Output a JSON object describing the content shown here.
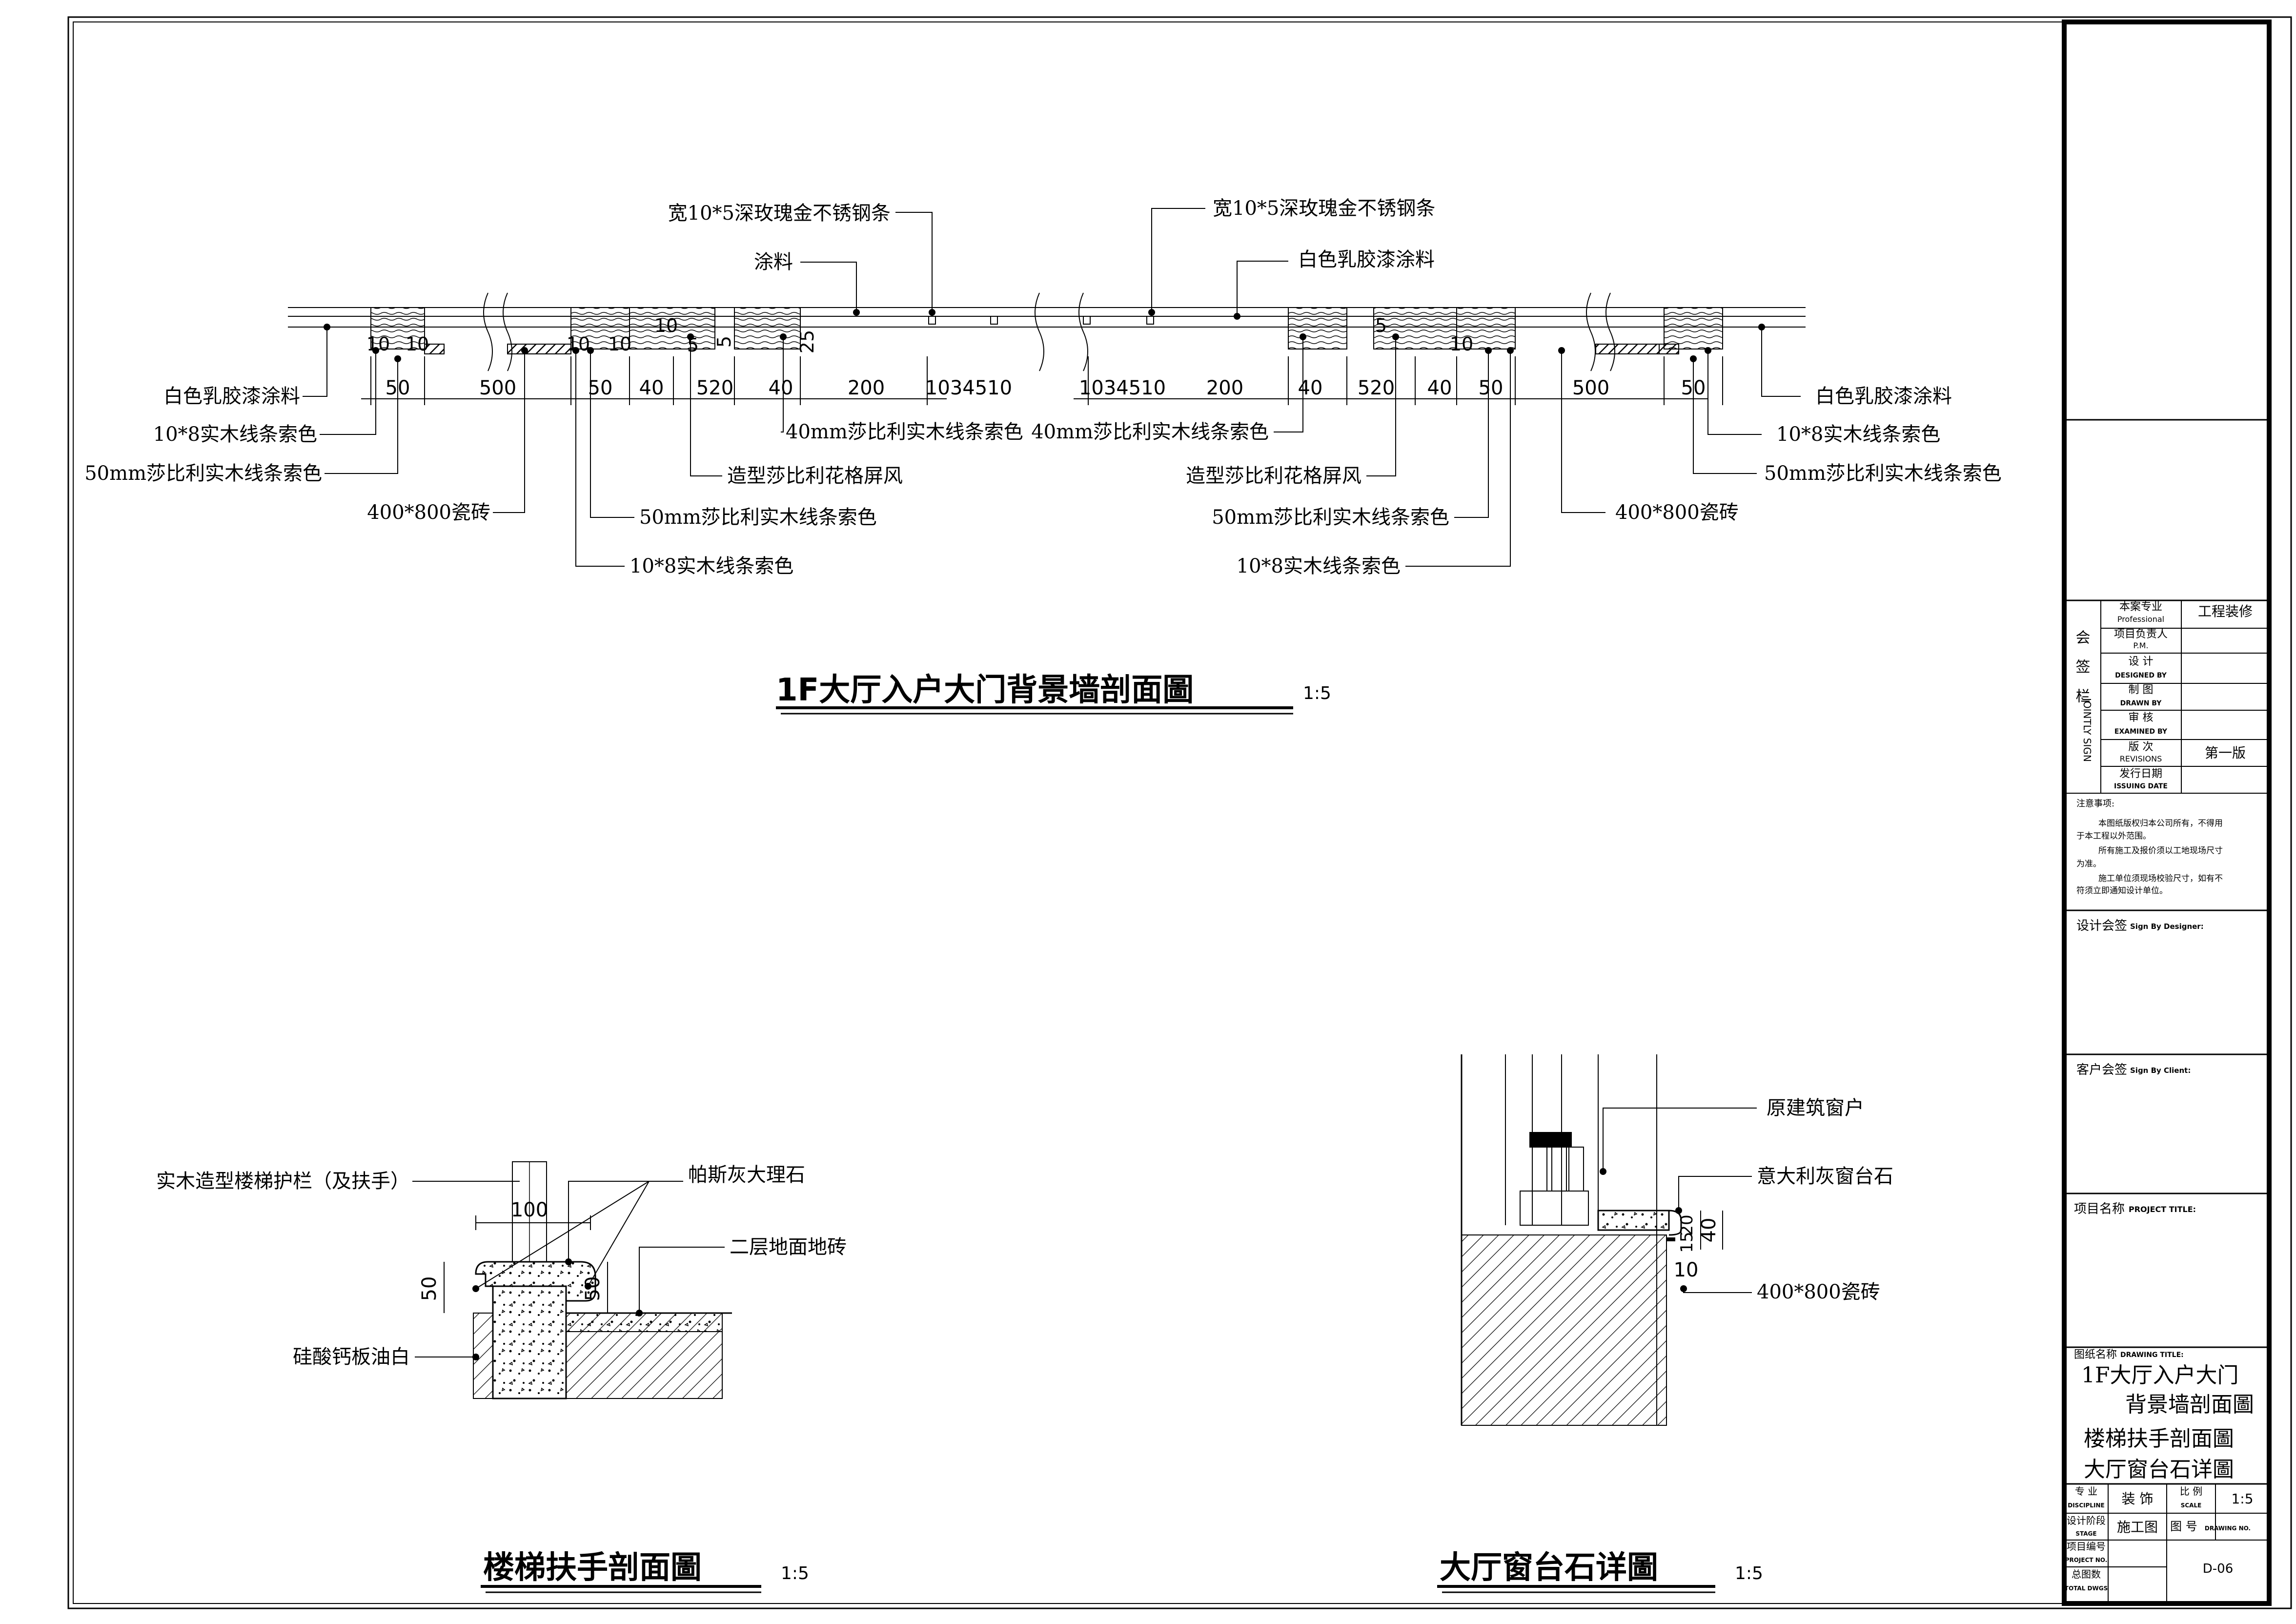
{
  "section_main": {
    "title": "1F大厅入户大门背景墙剖面圖",
    "scale": "1:5",
    "labels_top": {
      "steel_left": "宽10*5深玫瑰金不锈钢条",
      "paint_left": "涂料",
      "steel_right": "宽10*5深玫瑰金不锈钢条",
      "latex_right_top": "白色乳胶漆涂料"
    },
    "labels_left": {
      "latex": "白色乳胶漆涂料",
      "wood10x8": "10*8实木线条索色",
      "wood50": "50mm莎比利实木线条索色",
      "tile": "400*800瓷砖",
      "wood50b": "50mm莎比利实木线条索色",
      "wood10x8b": "10*8实木线条索色",
      "screen": "造型莎比利花格屏风",
      "wood40": "40mm莎比利实木线条索色"
    },
    "labels_right": {
      "wood40": "40mm莎比利实木线条索色",
      "screen": "造型莎比利花格屏风",
      "wood50b": "50mm莎比利实木线条索色",
      "wood10x8b": "10*8实木线条索色",
      "tile": "400*800瓷砖",
      "latex": "白色乳胶漆涂料",
      "wood10x8": "10*8实木线条索色",
      "wood50": "50mm莎比利实木线条索色"
    },
    "dims_left": [
      "50",
      "500",
      "50",
      "40",
      "520",
      "40",
      "200",
      "1034510"
    ],
    "dims_right": [
      "1034510",
      "200",
      "40",
      "520",
      "40",
      "50",
      "500",
      "50"
    ],
    "dims_small": [
      "10",
      "10",
      "10",
      "10",
      "10",
      "5",
      "10",
      "5",
      "25",
      "5"
    ]
  },
  "section_stair": {
    "title": "楼梯扶手剖面圖",
    "scale": "1:5",
    "labels": {
      "rail": "实木造型楼梯护栏（及扶手）",
      "marble": "帕斯灰大理石",
      "floor_tile": "二层地面地砖",
      "board": "硅酸钙板油白"
    },
    "dims": [
      "100",
      "50",
      "50"
    ]
  },
  "section_window": {
    "title": "大厅窗台石详圖",
    "scale": "1:5",
    "labels": {
      "window": "原建筑窗户",
      "sill": "意大利灰窗台石",
      "tile": "400*800瓷砖"
    },
    "dims": [
      "20",
      "15",
      "40",
      "10"
    ]
  },
  "title_block": {
    "sign_vertical": "会签栏",
    "sign_en": "JOINTLY SIGN",
    "rows": [
      {
        "cn": "本案专业",
        "en": "Professional",
        "val": "工程装修"
      },
      {
        "cn": "项目负责人",
        "en": "P.M.",
        "val": ""
      },
      {
        "cn": "设 计",
        "en": "DESIGNED BY",
        "val": ""
      },
      {
        "cn": "制 图",
        "en": "DRAWN BY",
        "val": ""
      },
      {
        "cn": "审 核",
        "en": "EXAMINED BY",
        "val": ""
      },
      {
        "cn": "版 次",
        "en": "REVISIONS",
        "val": "第一版"
      },
      {
        "cn": "发行日期",
        "en": "ISSUING DATE",
        "val": ""
      }
    ],
    "notes_title": "注意事项:",
    "notes": [
      "本图纸版权归本公司所有，不得用",
      "于本工程以外范围。",
      "所有施工及报价须以工地现场尺寸",
      "为准。",
      "施工单位须现场校验尺寸，如有不",
      "符须立即通知设计单位。"
    ],
    "designer_cn": "设计会签",
    "designer_en": "Sign By Designer:",
    "client_cn": "客户会签",
    "client_en": "Sign By Client:",
    "project_cn": "项目名称",
    "project_en": "PROJECT TITLE:",
    "drawing_title_cn": "图纸名称",
    "drawing_title_en": "DRAWING TITLE:",
    "drawing_titles": [
      "1F大厅入户大门",
      "背景墙剖面圖",
      "楼梯扶手剖面圖",
      "大厅窗台石详圖"
    ],
    "discipline_cn": "专 业",
    "discipline_en": "DISCIPLINE",
    "discipline_val": "装 饰",
    "scale_cn": "比 例",
    "scale_en": "SCALE",
    "scale_val": "1:5",
    "stage_cn": "设计阶段",
    "stage_en": "STAGE",
    "stage_val": "施工图",
    "drawing_no_cn": "图 号",
    "drawing_no_en": "DRAWING NO.",
    "project_no_cn": "项目编号",
    "project_no_en": "PROJECT NO.",
    "total_cn": "总图数",
    "total_en": "TOTAL DWGS",
    "drawing_no_val": "D-06"
  }
}
